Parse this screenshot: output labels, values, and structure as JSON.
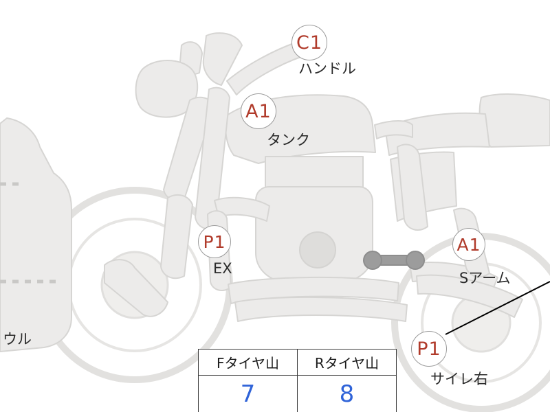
{
  "diagram": {
    "title": "motorcycle-inspection-diagram",
    "colors": {
      "body_fill": "#ececeb",
      "body_stroke": "#d2d2d0",
      "marker_text": "#b03a2a",
      "marker_border": "#9a9a9a",
      "table_value": "#2f63d8",
      "table_border": "#3a3a3a",
      "caption_text": "#2b2b2b",
      "leader_line": "#000000"
    },
    "markers": [
      {
        "id": "c1-handle",
        "code": "C1",
        "caption": "ハンドル"
      },
      {
        "id": "a1-tank",
        "code": "A1",
        "caption": "タンク"
      },
      {
        "id": "p1-ex",
        "code": "P1",
        "caption": "EX"
      },
      {
        "id": "a1-sarm",
        "code": "A1",
        "caption": "Sアーム"
      },
      {
        "id": "p1-silencer-right",
        "code": "P1",
        "caption": "サイレ右"
      }
    ],
    "edge_labels": [
      {
        "id": "cowl",
        "text": "ウル"
      }
    ]
  },
  "tire_table": {
    "headers": [
      "Fタイヤ山",
      "Rタイヤ山"
    ],
    "values": [
      "7",
      "8"
    ]
  }
}
